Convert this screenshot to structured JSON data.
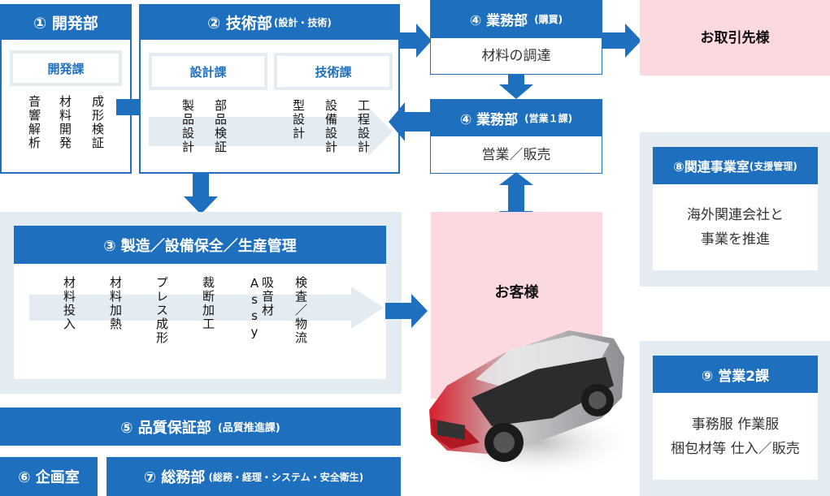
{
  "dept1": {
    "title": "① 開発部",
    "section": "開発課",
    "tasks": [
      "音響解析",
      "材料開発",
      "成形検証"
    ]
  },
  "dept2": {
    "title": "② 技術部",
    "title_sub": "(設計・技術)",
    "section_a": "設計課",
    "section_b": "技術課",
    "tasks_a": [
      "製品設計",
      "部品検証"
    ],
    "tasks_b": [
      "型設計",
      "設備設計",
      "工程設計"
    ]
  },
  "dept3": {
    "title": "③ 製造／設備保全／生産管理",
    "steps": [
      "材料投入",
      "材料加熱",
      "プレス成形",
      "裁断加工",
      "吸音材Assy",
      "検査／物流"
    ]
  },
  "dept4_purchase": {
    "title": "④ 業務部",
    "title_sub": "(購買)",
    "body": "材料の調達"
  },
  "dept4_sales": {
    "title": "④ 業務部",
    "title_sub": "(営業１課)",
    "body": "営業／販売"
  },
  "supplier": {
    "label": "お取引先様"
  },
  "customer": {
    "label": "お客様"
  },
  "dept5": {
    "title": "⑤ 品質保証部",
    "title_sub": "(品質推進課)"
  },
  "dept6": {
    "title": "⑥ 企画室"
  },
  "dept7": {
    "title": "⑦ 総務部",
    "title_sub": "(総務・経理・システム・安全衛生)"
  },
  "dept8": {
    "title": "⑧関連事業室",
    "title_sub": "(支援管理)",
    "body_lines": [
      "海外関連会社と",
      "事業を推進"
    ]
  },
  "dept9": {
    "title": "⑨ 営業2課",
    "body_lines": [
      "事務服 作業服",
      "梱包材等 仕入／販売"
    ]
  },
  "colors": {
    "accent": "#1e6fbd",
    "light_panel": "#e3ebf3",
    "customer_pink": "#fbd9df"
  }
}
